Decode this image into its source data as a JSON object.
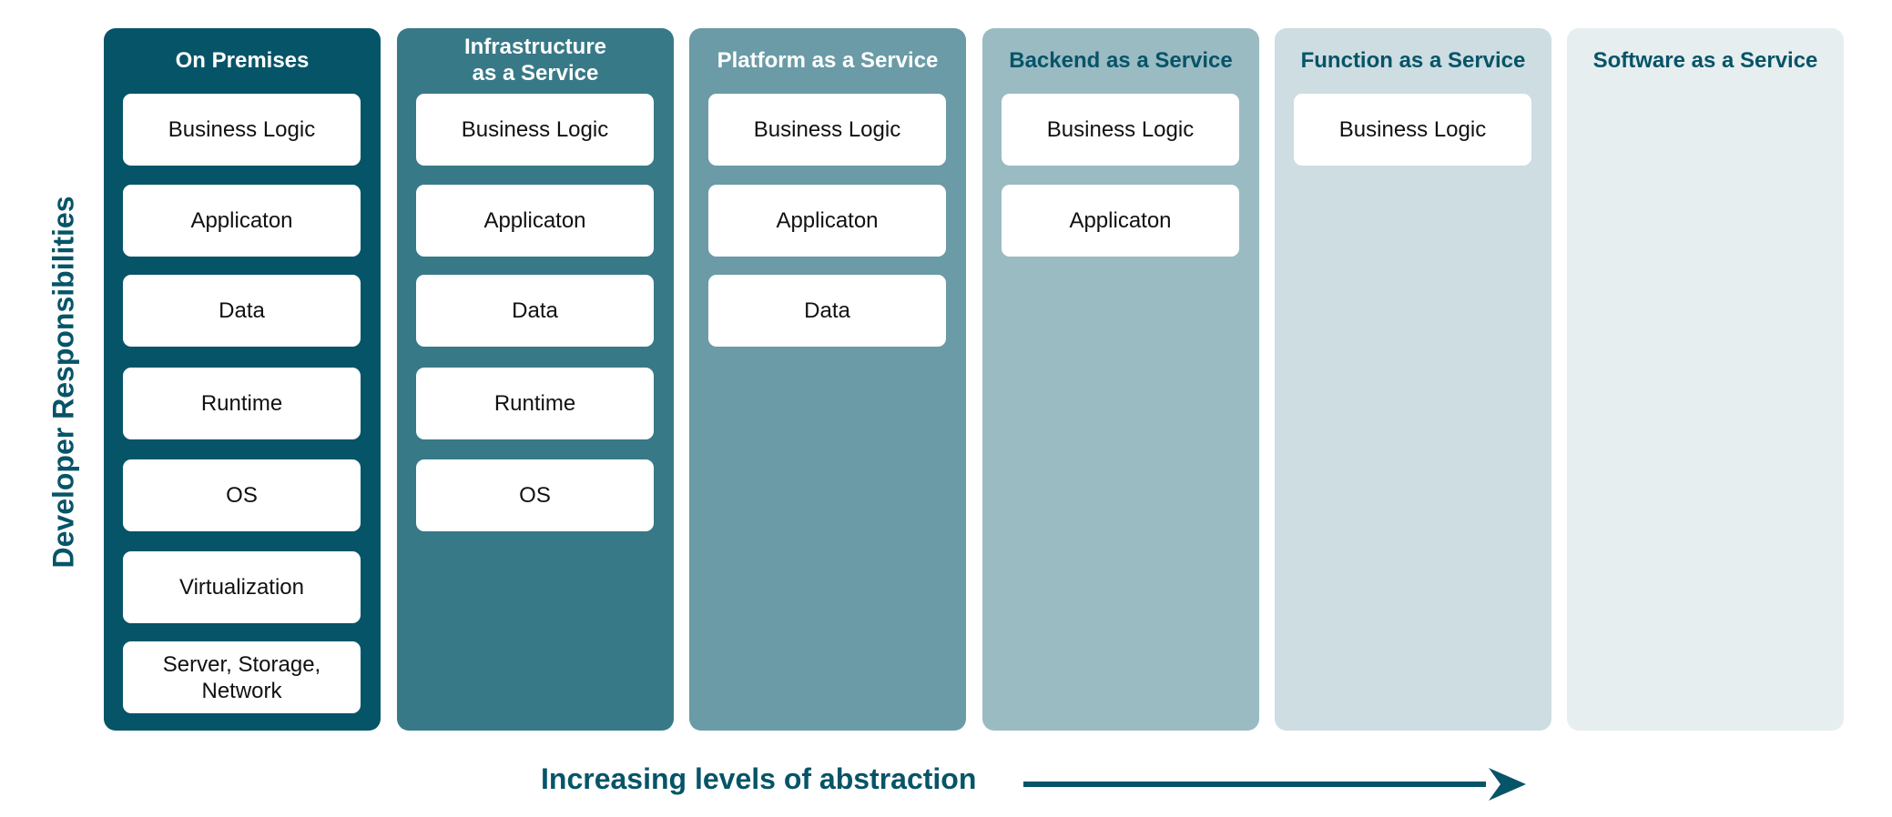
{
  "y_axis_label": "Developer Responsibilities",
  "x_axis_label": "Increasing levels of abstraction",
  "colors": {
    "text_dark": "#065468",
    "arrow": "#065468",
    "card": "#ffffff"
  },
  "columns": [
    {
      "title": "On Premises",
      "bg": "#065468",
      "title_color": "#ffffff",
      "cards": [
        "Business Logic",
        "Applicaton",
        "Data",
        "Runtime",
        "OS",
        "Virtualization",
        "Server, Storage,\nNetwork"
      ]
    },
    {
      "title": "Infrastructure\nas a Service",
      "bg": "#387987",
      "title_color": "#ffffff",
      "cards": [
        "Business Logic",
        "Applicaton",
        "Data",
        "Runtime",
        "OS"
      ]
    },
    {
      "title": "Platform as a Service",
      "bg": "#6a9ba6",
      "title_color": "#ffffff",
      "cards": [
        "Business Logic",
        "Applicaton",
        "Data"
      ]
    },
    {
      "title": "Backend as a Service",
      "bg": "#9bbbc3",
      "title_color": "#065468",
      "cards": [
        "Business Logic",
        "Applicaton"
      ]
    },
    {
      "title": "Function as a Service",
      "bg": "#cddde1",
      "title_color": "#065468",
      "cards": [
        "Business Logic"
      ]
    },
    {
      "title": "Software as a Service",
      "bg": "#e6eef0",
      "title_color": "#065468",
      "cards": []
    }
  ]
}
